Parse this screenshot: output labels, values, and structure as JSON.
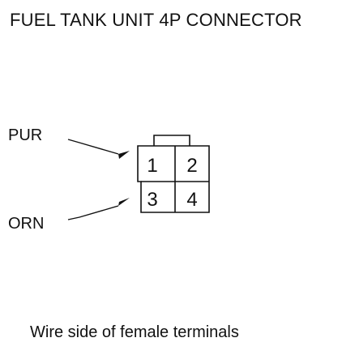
{
  "title": "FUEL TANK UNIT 4P CONNECTOR",
  "wires": [
    {
      "label": "PUR",
      "terminal": "1"
    },
    {
      "label": "ORN",
      "terminal": "3"
    }
  ],
  "terminals": [
    "1",
    "2",
    "3",
    "4"
  ],
  "caption": "Wire side of female terminals"
}
